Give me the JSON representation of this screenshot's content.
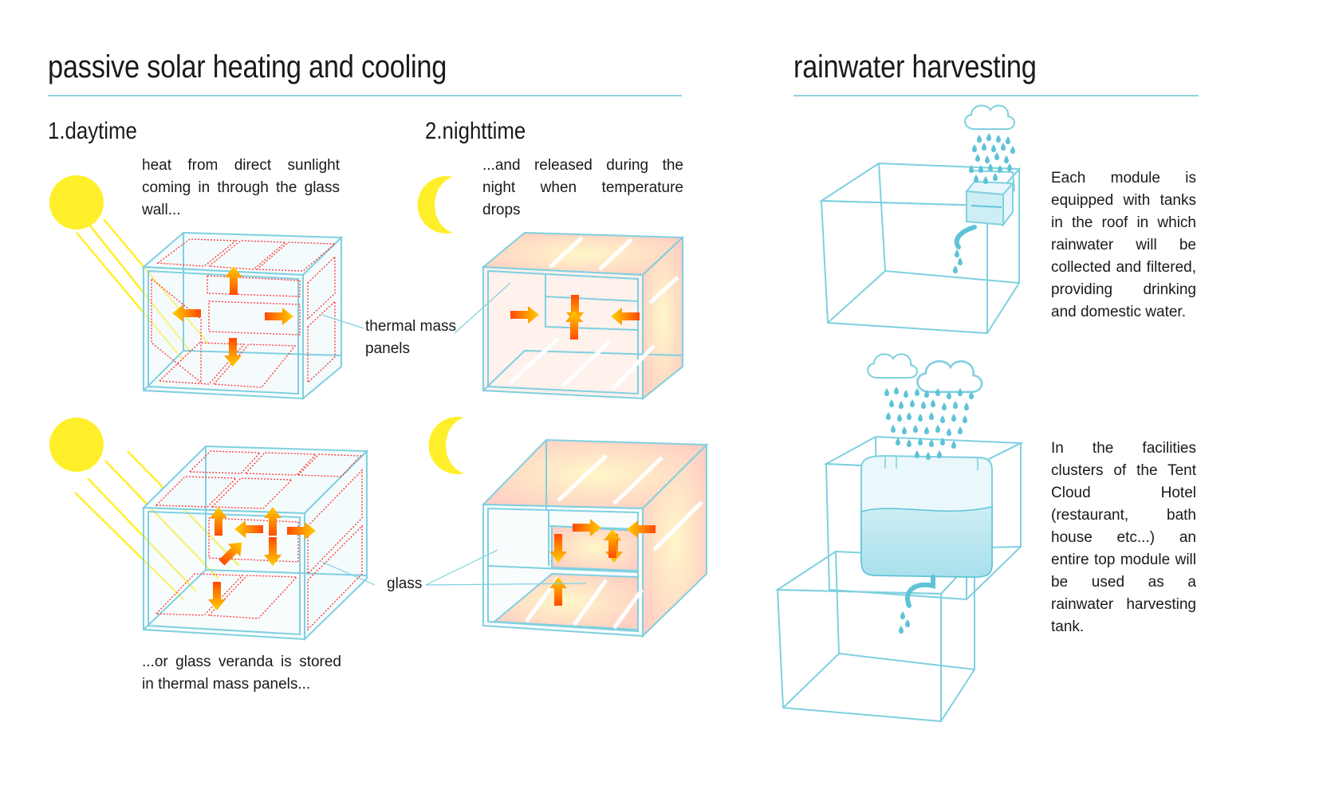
{
  "sections": {
    "solar_title": "passive solar heating and cooling",
    "rain_title": "rainwater harvesting"
  },
  "subtitles": {
    "day": "1.daytime",
    "night": "2.nighttime"
  },
  "captions": {
    "day_top": "heat from direct sunlight coming in through the glass wall...",
    "day_bottom": "...or glass veranda is stored in thermal mass panels...",
    "night_top": "...and released during the night when temperature drops",
    "rain_top": "Each module is equipped with tanks in the roof in which rainwater will be collected and filtered, providing drinking and domestic water.",
    "rain_bottom": "In the facilities clusters of the Tent Cloud Hotel (restaurant, bath house etc...) an entire top module will be used as a rainwater harvesting tank."
  },
  "labels": {
    "thermal_mass": "thermal mass panels",
    "glass": "glass"
  },
  "colors": {
    "outline": "#7fd0e0",
    "rule": "#8fd3df",
    "sun": "#ffef2a",
    "heat_dash": "#ff3b3b",
    "arrow": "#ff6a00",
    "warm_panel": "#ffd9c8",
    "water": "#5fc3d8"
  },
  "icons": [
    "sun-icon",
    "moon-icon",
    "cloud-icon",
    "heat-arrow-icon",
    "rain-drops-icon"
  ]
}
